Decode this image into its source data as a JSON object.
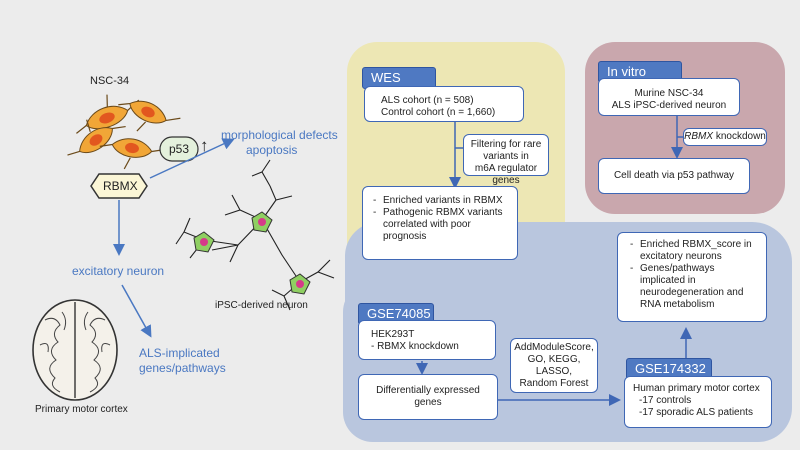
{
  "left": {
    "nsc_label": "NSC-34",
    "p53_label": "p53",
    "p53_arrow": "↑",
    "rbmx_label": "RBMX",
    "defects_line1": "morphological defects",
    "defects_line2": "apoptosis",
    "excitatory_label": "excitatory neuron",
    "ipsc_label": "iPSC-derived neuron",
    "als_line1": "ALS-implicated",
    "als_line2": "genes/pathways",
    "cortex_label": "Primary motor cortex"
  },
  "wes": {
    "tag": "WES",
    "cohort1": "ALS cohort (n = 508)",
    "cohort2": "Control cohort (n = 1,660)",
    "filter_line1": "Filtering for rare",
    "filter_line2": "variants in",
    "filter_line3": "m6A regulator genes",
    "result1": "Enriched variants in RBMX",
    "result2_l1": "Pathogenic RBMX variants",
    "result2_l2": "correlated with poor",
    "result2_l3": "prognosis"
  },
  "invitro": {
    "tag": "In vitro",
    "cells_line1": "Murine NSC-34",
    "cells_line2": "ALS iPSC-derived neuron",
    "knockdown_gene": "RBMX",
    "knockdown_text": " knockdown",
    "death": "Cell death via p53 pathway"
  },
  "gse": {
    "tag1": "GSE74085",
    "hek_line1": "HEK293T",
    "hek_line2": "- RBMX knockdown",
    "deg_line1": "Differentially expressed",
    "deg_line2": "genes",
    "methods_line1": "AddModuleScore,",
    "methods_line2": "GO, KEGG,",
    "methods_line3": "LASSO,",
    "methods_line4": "Random Forest",
    "tag2": "GSE174332",
    "motor_line1": "Human primary motor cortex",
    "motor_line2": "-17 controls",
    "motor_line3": "-17 sporadic ALS patients",
    "res1_l1": "Enriched RBMX_score in",
    "res1_l2": "excitatory neurons",
    "res2_l1": "Genes/pathways",
    "res2_l2": "implicated in",
    "res2_l3": "neurodegeneration and",
    "res2_l4": "RNA metabolism"
  },
  "colors": {
    "background": "#ececec",
    "wes_panel": "#ede7b4",
    "invitro_panel": "#c9a7ad",
    "gse_panel": "#b9c6de",
    "box_border": "#3f67b5",
    "tag_fill": "#4f79c2",
    "label_blue": "#4a78c2",
    "rbmx_fill": "#fbf6d6",
    "p53_fill": "#e4f1dc",
    "neuron_green": "#8fcf62",
    "neuron_orange": "#f1a637"
  }
}
